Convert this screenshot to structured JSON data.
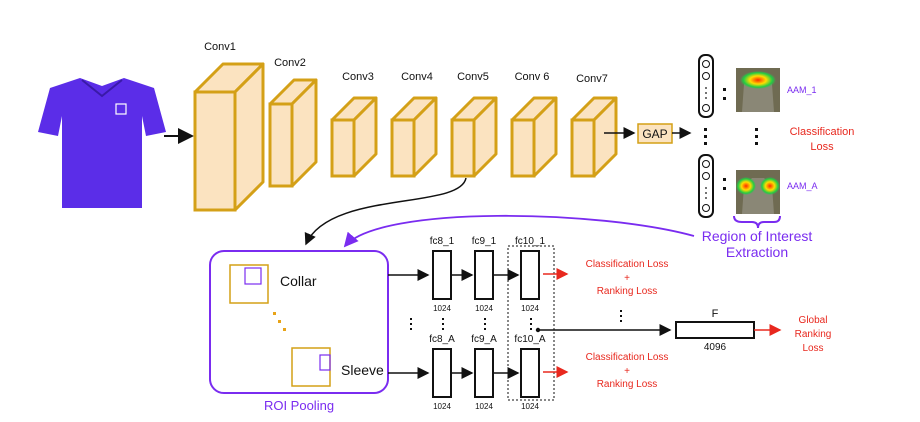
{
  "conv_layers": [
    "Conv1",
    "Conv2",
    "Conv3",
    "Conv4",
    "Conv5",
    "Conv 6",
    "Conv7"
  ],
  "gap_label": "GAP",
  "aam": {
    "first": "AAM_1",
    "last": "AAM_A"
  },
  "classification_loss": [
    "Classification",
    "Loss"
  ],
  "roi_extraction": [
    "Region of Interest",
    "Extraction"
  ],
  "roi_pooling": {
    "title": "ROI Pooling",
    "collar": "Collar",
    "sleeve": "Sleeve"
  },
  "fc_layers": {
    "top": [
      "fc8_1",
      "fc9_1",
      "fc10_1"
    ],
    "bottom": [
      "fc8_A",
      "fc9_A",
      "fc10_A"
    ],
    "size": "1024"
  },
  "branch_loss": {
    "line1": "Classification Loss",
    "plus": "+",
    "line2": "Ranking Loss"
  },
  "feature": {
    "name": "F",
    "size": "4096"
  },
  "global_loss": [
    "Global",
    "Ranking",
    "Loss"
  ],
  "colors": {
    "conv_fill": "#fbe3c0",
    "conv_stroke": "#d4a017",
    "red": "#e8281e",
    "purple": "#7a2cf0",
    "shirt": "#5b2de8"
  }
}
